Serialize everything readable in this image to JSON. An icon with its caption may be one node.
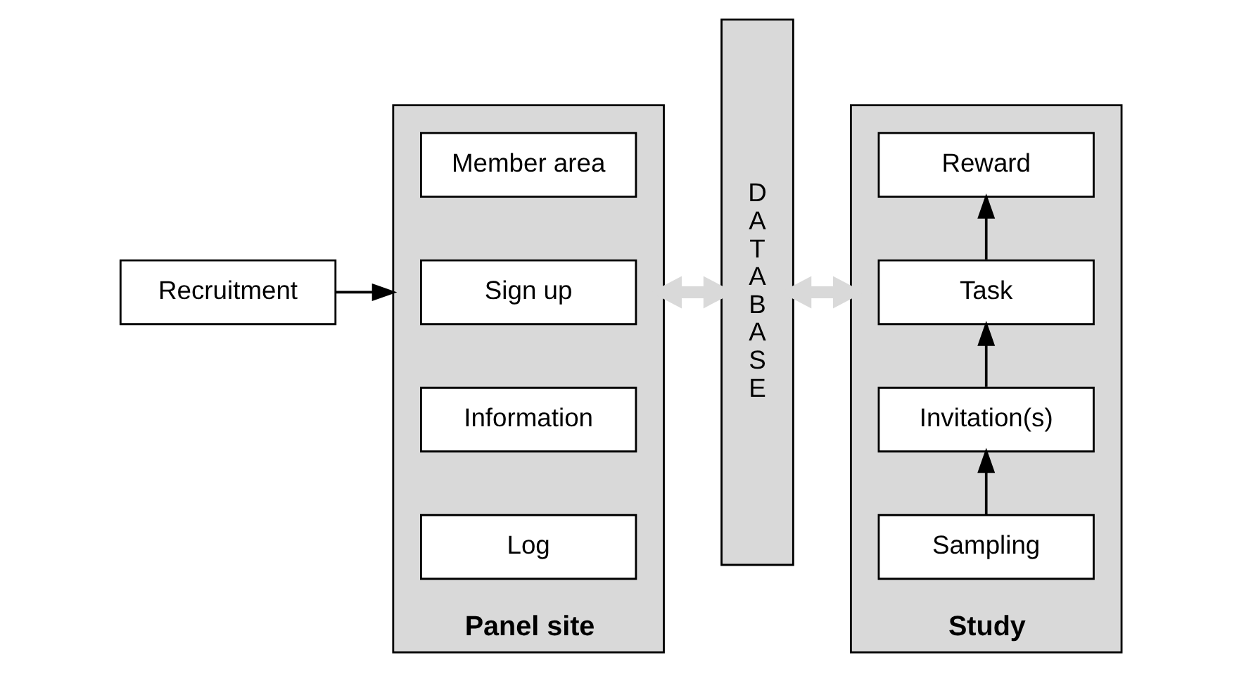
{
  "diagram": {
    "nodes": [
      {
        "text": [
          "Recruitment"
        ]
      },
      {
        "text": [
          "Panel site"
        ]
      },
      {
        "text": [
          "Log"
        ],
        "in": 1
      },
      {
        "text": [
          "Information"
        ],
        "in": 1
      },
      {
        "text": [
          "Sign up"
        ],
        "in": 1
      },
      {
        "text": [
          "Member area"
        ],
        "in": 1
      },
      {
        "text": [
          "D A T A B A S E"
        ]
      },
      {
        "text": [
          "Study"
        ]
      },
      {
        "text": [
          "Sampling"
        ],
        "in": 7
      },
      {
        "text": [
          "Invitation(s)"
        ],
        "in": 7
      },
      {
        "text": [
          "Task"
        ],
        "in": 7
      },
      {
        "text": [
          "Reward"
        ],
        "in": 7
      }
    ],
    "edges": [
      {
        "from": 0,
        "to": 1,
        "arrow": "to"
      },
      {
        "from": 1,
        "to": 6,
        "arrow": "both",
        "style": "thick",
        "color": "#d9d9d9"
      },
      {
        "from": 6,
        "to": 7,
        "arrow": "both",
        "style": "thick",
        "color": "#d9d9d9"
      },
      {
        "from": 8,
        "to": 9,
        "arrow": "to"
      },
      {
        "from": 9,
        "to": 10,
        "arrow": "to"
      },
      {
        "from": 10,
        "to": 11,
        "arrow": "to"
      }
    ]
  }
}
